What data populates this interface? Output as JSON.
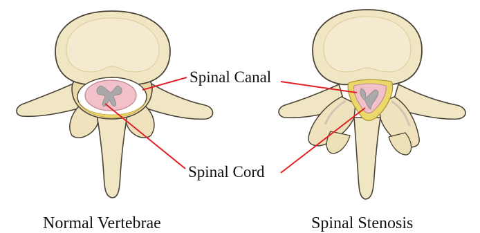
{
  "labels": {
    "spinal_canal": "Spinal Canal",
    "spinal_cord": "Spinal Cord"
  },
  "captions": {
    "normal": "Normal Vertebrae",
    "stenosis": "Spinal Stenosis"
  },
  "colors": {
    "bone": "#f1e6c4",
    "bone_shadow": "#dccb98",
    "bone_outline": "#4a4336",
    "cord_pink": "#f2c0c8",
    "cord_gray": "#aaa8a8",
    "canal_yellow": "#ecd76a",
    "leader_line": "#e21f26"
  }
}
